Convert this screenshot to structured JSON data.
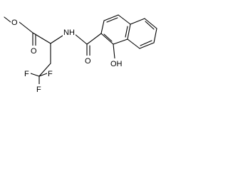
{
  "molecule": {
    "labels": {
      "ester_oxygen": "O",
      "carbonyl_oxygen_ester": "O",
      "amide_nitrogen": "NH",
      "amide_oxygen": "O",
      "hydroxyl": "OH",
      "fluorine_1": "F",
      "fluorine_2": "F",
      "fluorine_3": "F"
    },
    "colors": {
      "bond": "#000000",
      "text": "#000000",
      "background": "#ffffff"
    }
  }
}
